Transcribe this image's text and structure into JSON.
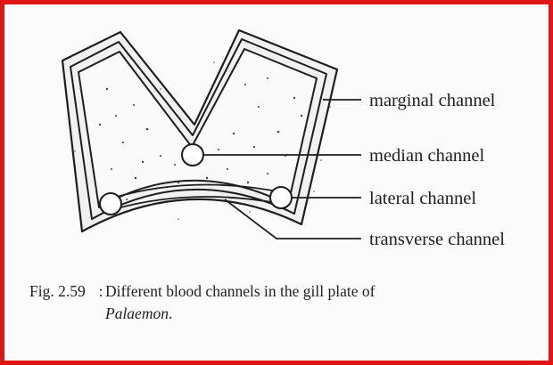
{
  "figure": {
    "labels": {
      "marginal": "marginal channel",
      "median": "median channel",
      "lateral": "lateral channel",
      "transverse": "transverse channel"
    },
    "caption": {
      "number": "Fig. 2.59",
      "text": "Different blood channels in the gill plate of",
      "genus": "Palaemon",
      "end": "."
    }
  },
  "colors": {
    "frame_border": "#e01515",
    "ink": "#1e1e1e",
    "background": "#fbfbfb"
  }
}
